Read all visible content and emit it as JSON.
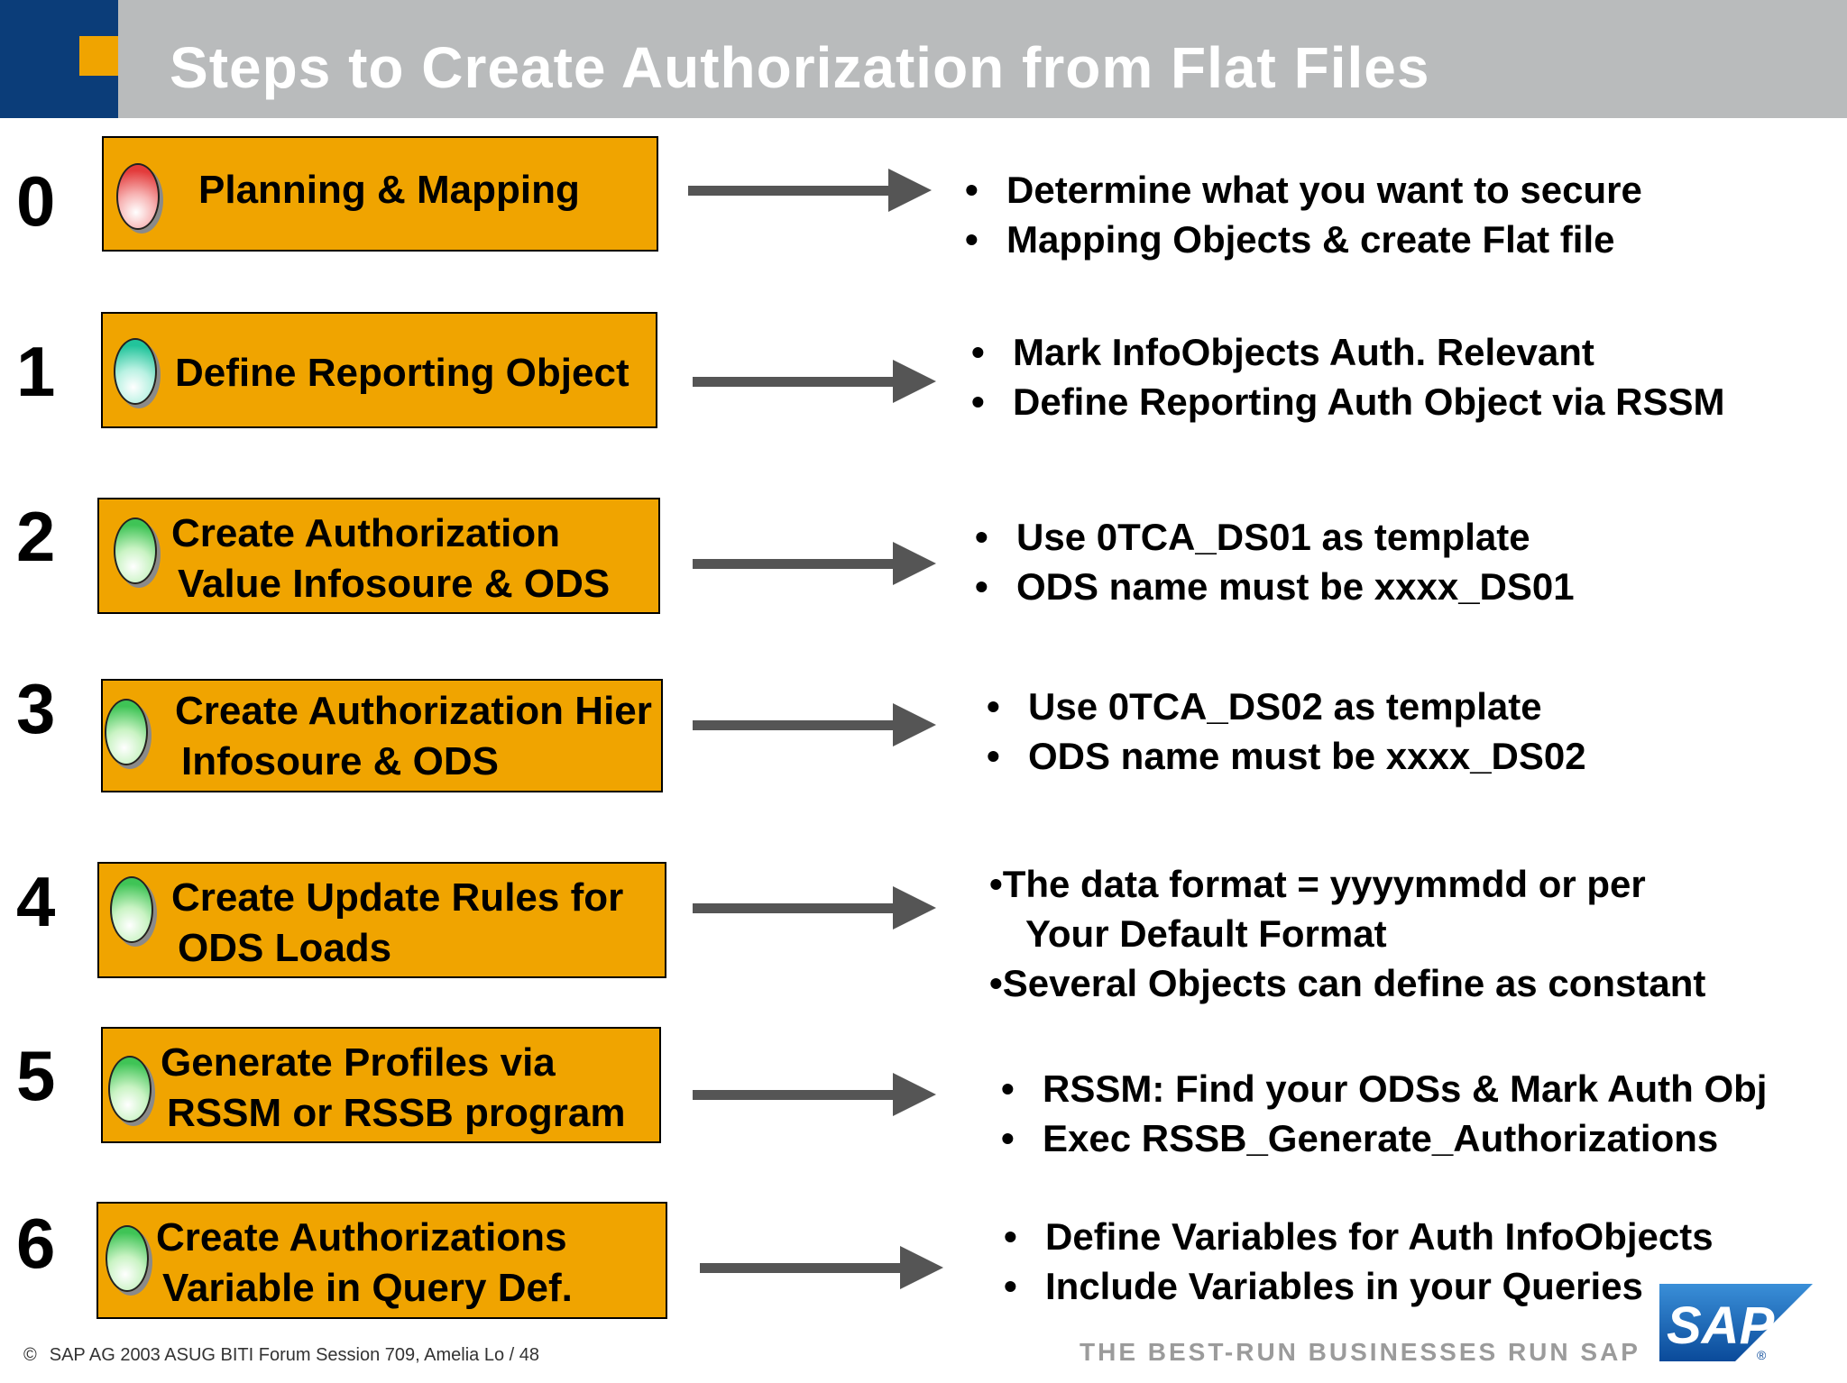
{
  "header": {
    "title": "Steps to Create Authorization from Flat Files"
  },
  "steps": [
    {
      "number": "0",
      "bulb": "red",
      "label_lines": [
        "Planning & Mapping"
      ],
      "bullets": [
        "Determine what you want to secure",
        "Mapping Objects & create Flat file"
      ]
    },
    {
      "number": "1",
      "bulb": "teal",
      "label_lines": [
        "Define Reporting Object"
      ],
      "bullets": [
        "Mark InfoObjects Auth. Relevant",
        "Define Reporting Auth Object via RSSM"
      ]
    },
    {
      "number": "2",
      "bulb": "green",
      "label_lines": [
        "Create Authorization",
        "Value Infosoure & ODS"
      ],
      "bullets": [
        "Use 0TCA_DS01 as template",
        "ODS name must be xxxx_DS01"
      ]
    },
    {
      "number": "3",
      "bulb": "green",
      "label_lines": [
        "Create Authorization Hier",
        "Infosoure & ODS"
      ],
      "bullets": [
        "Use 0TCA_DS02 as template",
        "ODS name must be xxxx_DS02"
      ]
    },
    {
      "number": "4",
      "bulb": "green",
      "label_lines": [
        "Create Update Rules for",
        "ODS Loads"
      ],
      "bullets": [
        "•The data format = yyyymmdd or per",
        "Your Default Format",
        "•Several Objects can define as constant"
      ]
    },
    {
      "number": "5",
      "bulb": "green",
      "label_lines": [
        "Generate Profiles via",
        "RSSM or RSSB program"
      ],
      "bullets": [
        "RSSM: Find your ODSs & Mark Auth Obj",
        "Exec RSSB_Generate_Authorizations"
      ]
    },
    {
      "number": "6",
      "bulb": "green",
      "label_lines": [
        "Create Authorizations",
        "Variable in Query Def."
      ],
      "bullets": [
        "Define Variables for Auth InfoObjects",
        "Include Variables in your Queries"
      ]
    }
  ],
  "bullet_symbol": "•",
  "footer": {
    "copyright_symbol": "©",
    "copyright": "SAP AG 2003  ASUG BITI Forum Session 709, Amelia Lo / 48",
    "tagline": "THE BEST-RUN BUSINESSES RUN SAP",
    "logo_text": "SAP",
    "logo_mark": "®"
  },
  "colors": {
    "header_gray": "#b9bbbc",
    "header_blue": "#0b3d79",
    "box_orange": "#f0a400",
    "arrow_gray": "#555555"
  }
}
